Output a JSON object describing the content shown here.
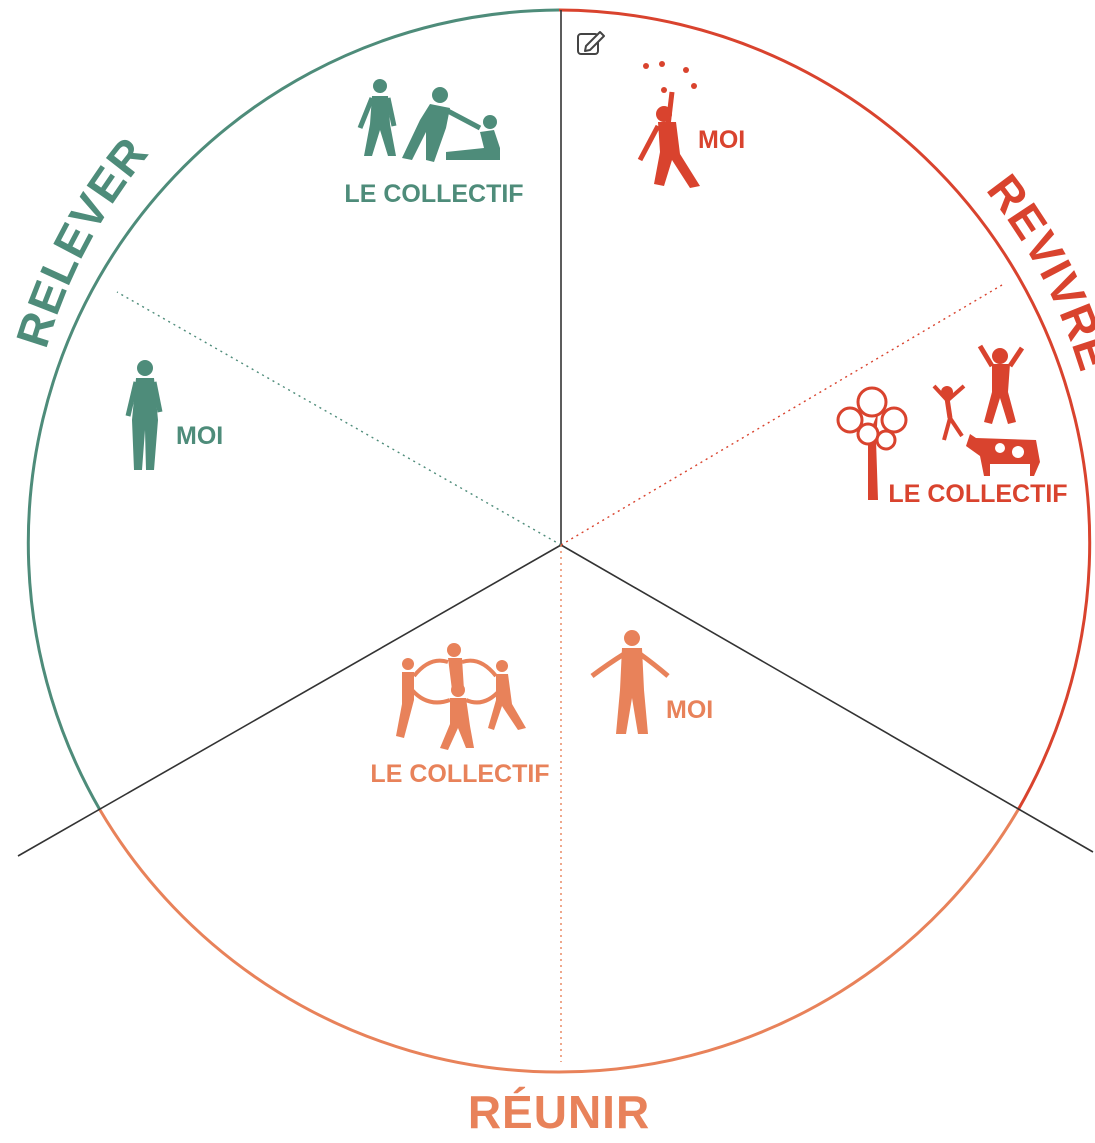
{
  "diagram": {
    "sections": [
      {
        "id": "relever",
        "title": "RELEVER",
        "color": "#4e8c7a",
        "labels": {
          "collectif": "LE COLLECTIF",
          "moi": "MOI"
        }
      },
      {
        "id": "revivre",
        "title": "REVIVRE",
        "color": "#d9432e",
        "labels": {
          "moi": "MOI",
          "collectif": "LE COLLECTIF"
        }
      },
      {
        "id": "reunir",
        "title": "RÉUNIR",
        "color": "#e8825a",
        "labels": {
          "collectif": "LE COLLECTIF",
          "moi": "MOI"
        }
      }
    ],
    "icons": {
      "edit": "edit-icon",
      "relever_collectif": "people-helping-icon",
      "relever_moi": "standing-person-icon",
      "revivre_moi": "juggling-person-icon",
      "revivre_collectif": "tree-people-cow-icon",
      "reunir_collectif": "people-circle-icon",
      "reunir_moi": "open-arms-person-icon"
    },
    "line_color": "#333333"
  }
}
